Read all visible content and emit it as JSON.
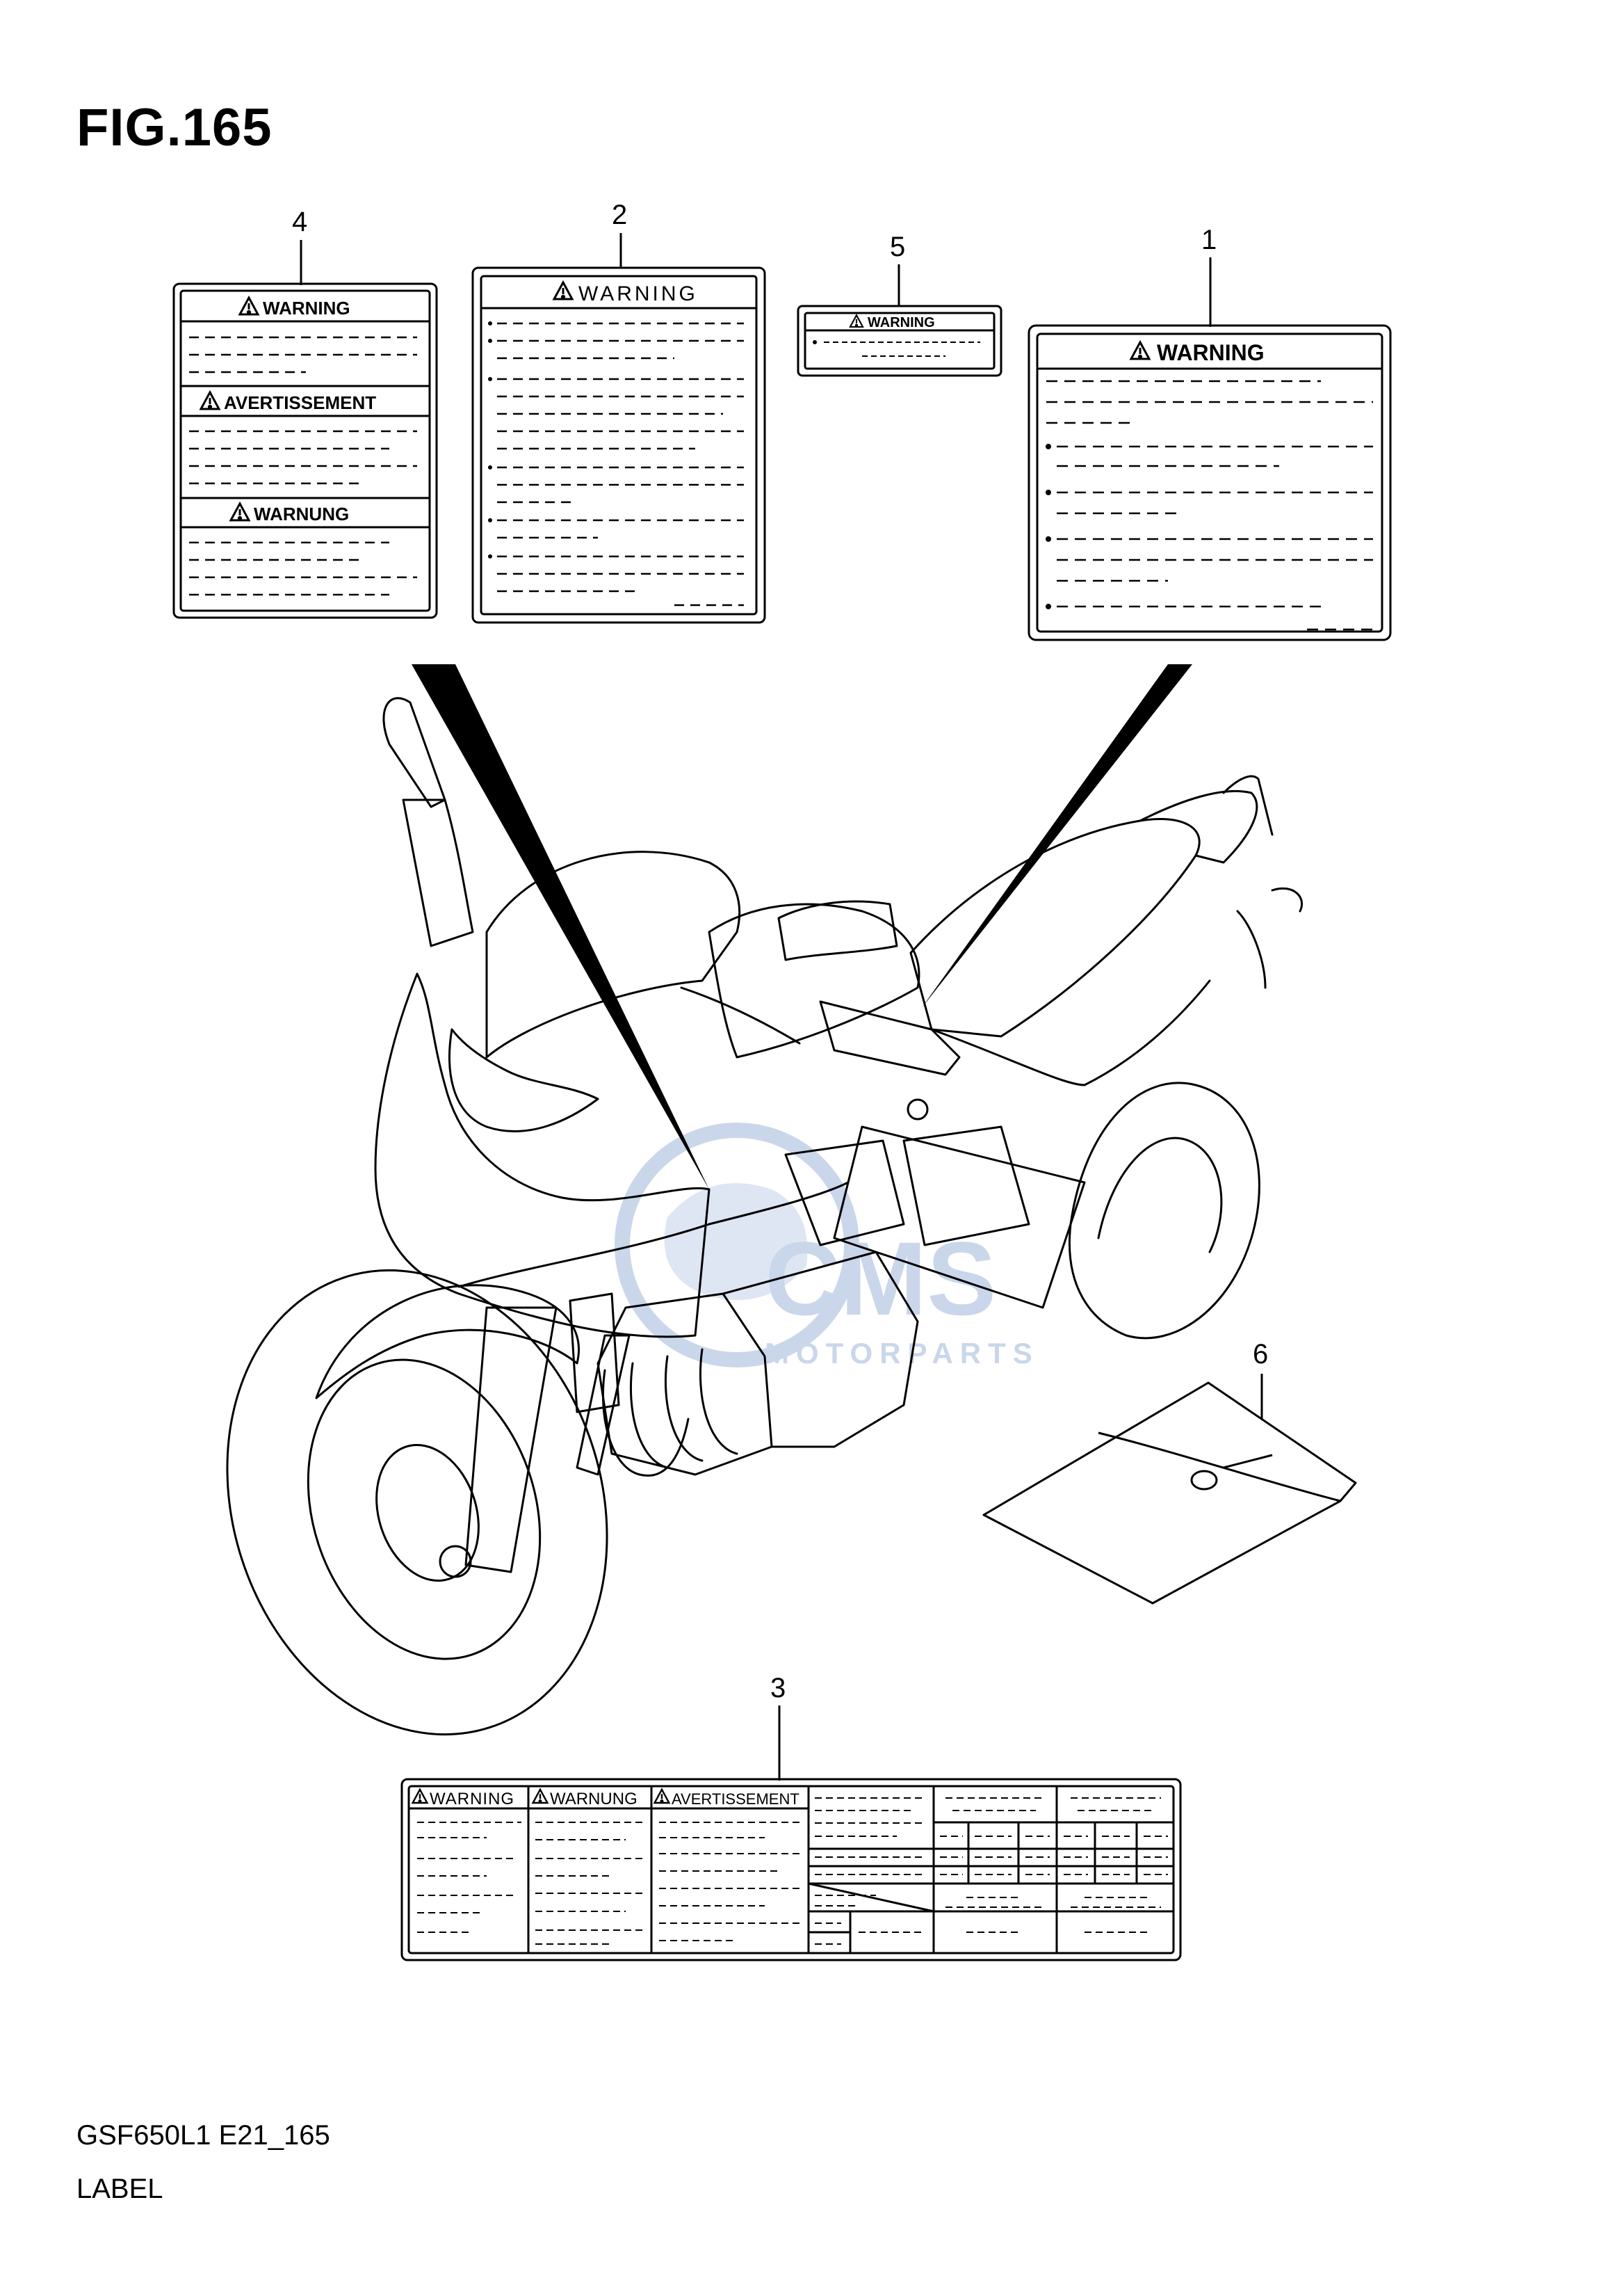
{
  "figure": {
    "title": "FIG.165",
    "model_code": "GSF650L1 E21_165",
    "section": "LABEL"
  },
  "callouts": [
    "1",
    "2",
    "3",
    "4",
    "5",
    "6"
  ],
  "labels": {
    "label_1": {
      "heading": "WARNING"
    },
    "label_2": {
      "heading": "WARNING"
    },
    "label_4": {
      "heading_1": "WARNING",
      "heading_2": "AVERTISSEMENT",
      "heading_3": "WARNUNG"
    },
    "label_5": {
      "heading": "WARNING"
    },
    "label_3": {
      "heading_1": "WARNING",
      "heading_2": "WARNUNG",
      "heading_3": "AVERTISSEMENT"
    }
  },
  "watermark": {
    "brand": "CMS",
    "text": "MOTORPARTS"
  },
  "icons": [
    "warning-triangle-icon"
  ],
  "colors": {
    "line": "#000000",
    "watermark": "#9fb6d9"
  }
}
